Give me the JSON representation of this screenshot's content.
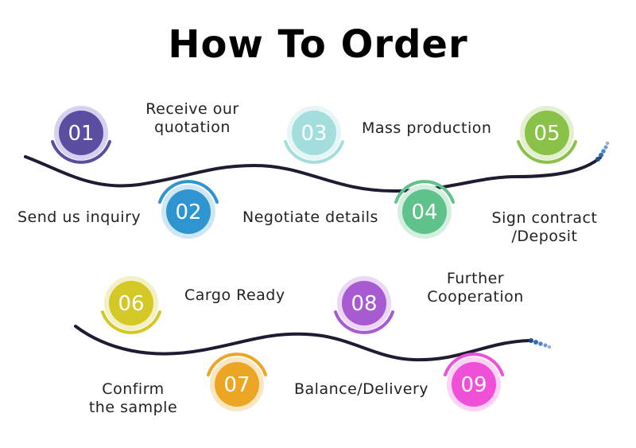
{
  "title": "How To Order",
  "steps": [
    {
      "number": "01",
      "label_lines": [
        "Receive our",
        "quotation"
      ],
      "color": "#5b4ea0",
      "ring": "#aca4e0"
    },
    {
      "number": "02",
      "label_lines": [
        "Send us inquiry"
      ],
      "color": "#2f95d0",
      "ring": "#2f95d0"
    },
    {
      "number": "03",
      "label_lines": [
        "Mass production"
      ],
      "color": "#a3dedd",
      "ring": "#a3dedd"
    },
    {
      "number": "04",
      "label_lines": [
        "Negotiate details"
      ],
      "color": "#5fc28b",
      "ring": "#5fc28b"
    },
    {
      "number": "05",
      "label_lines": [
        "Sign contract",
        "/Deposit"
      ],
      "color": "#8ac148",
      "ring": "#8ac148"
    },
    {
      "number": "06",
      "label_lines": [
        "Cargo Ready"
      ],
      "color": "#d3c826",
      "ring": "#d3c826"
    },
    {
      "number": "07",
      "label_lines": [
        "Confirm",
        "the sample"
      ],
      "color": "#eda524",
      "ring": "#eda524"
    },
    {
      "number": "08",
      "label_lines": [
        "Further",
        "Cooperation"
      ],
      "color": "#a75ad2",
      "ring": "#a75ad2"
    },
    {
      "number": "09",
      "label_lines": [
        "Balance/Delivery"
      ],
      "color": "#f04fd8",
      "ring": "#f04fd8"
    }
  ],
  "line_color": "#1e1b33",
  "tip_color": "#6f9bd1"
}
